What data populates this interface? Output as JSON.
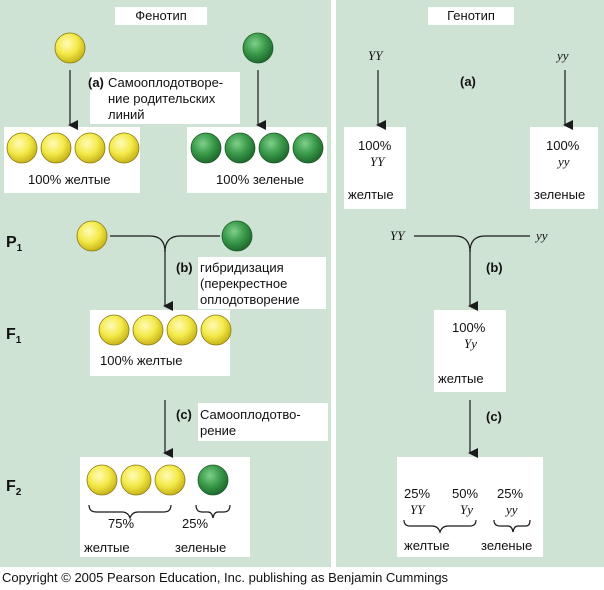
{
  "colors": {
    "panel_bg": "#cfe3d5",
    "yellow_pea": "#f4ea4a",
    "green_pea": "#3a9a4a",
    "arrow": "#1a1a1a"
  },
  "phenotype": {
    "header": "Фенотип",
    "step_a_label": "(a)",
    "step_a_text_lines": [
      "Самооплодотворе-",
      "ние родительских",
      "линий"
    ],
    "parent_left_result": "100% желтые",
    "parent_right_result": "100% зеленые",
    "step_b_label": "(b)",
    "step_b_text_lines": [
      "гибридизация",
      "(перекрестное",
      "оплодотворение"
    ],
    "f1_result": "100% желтые",
    "step_c_label": "(c)",
    "step_c_text_lines": [
      "Самооплодотво-",
      "рение"
    ],
    "f2_left_percent": "75%",
    "f2_left_label": "желтые",
    "f2_right_percent": "25%",
    "f2_right_label": "зеленые"
  },
  "generations": {
    "p1": {
      "letter": "P",
      "sub": "1"
    },
    "f1": {
      "letter": "F",
      "sub": "1"
    },
    "f2": {
      "letter": "F",
      "sub": "2"
    }
  },
  "genotype": {
    "header": "Генотип",
    "parent_left": "YY",
    "parent_right": "yy",
    "step_a_label": "(a)",
    "left_box": {
      "percent": "100%",
      "genotype": "YY",
      "label": "желтые"
    },
    "right_box": {
      "percent": "100%",
      "genotype": "yy",
      "label": "зеленые"
    },
    "cross_left": "YY",
    "cross_right": "yy",
    "step_b_label": "(b)",
    "f1_box": {
      "percent": "100%",
      "genotype": "Yy",
      "label": "желтые"
    },
    "step_c_label": "(c)",
    "f2": {
      "p1": "25%",
      "g1": "YY",
      "p2": "50%",
      "g2": "Yy",
      "p3": "25%",
      "g3": "yy",
      "label_left": "желтые",
      "label_right": "зеленые"
    }
  },
  "copyright": "Copyright © 2005 Pearson Education, Inc. publishing as Benjamin Cummings"
}
